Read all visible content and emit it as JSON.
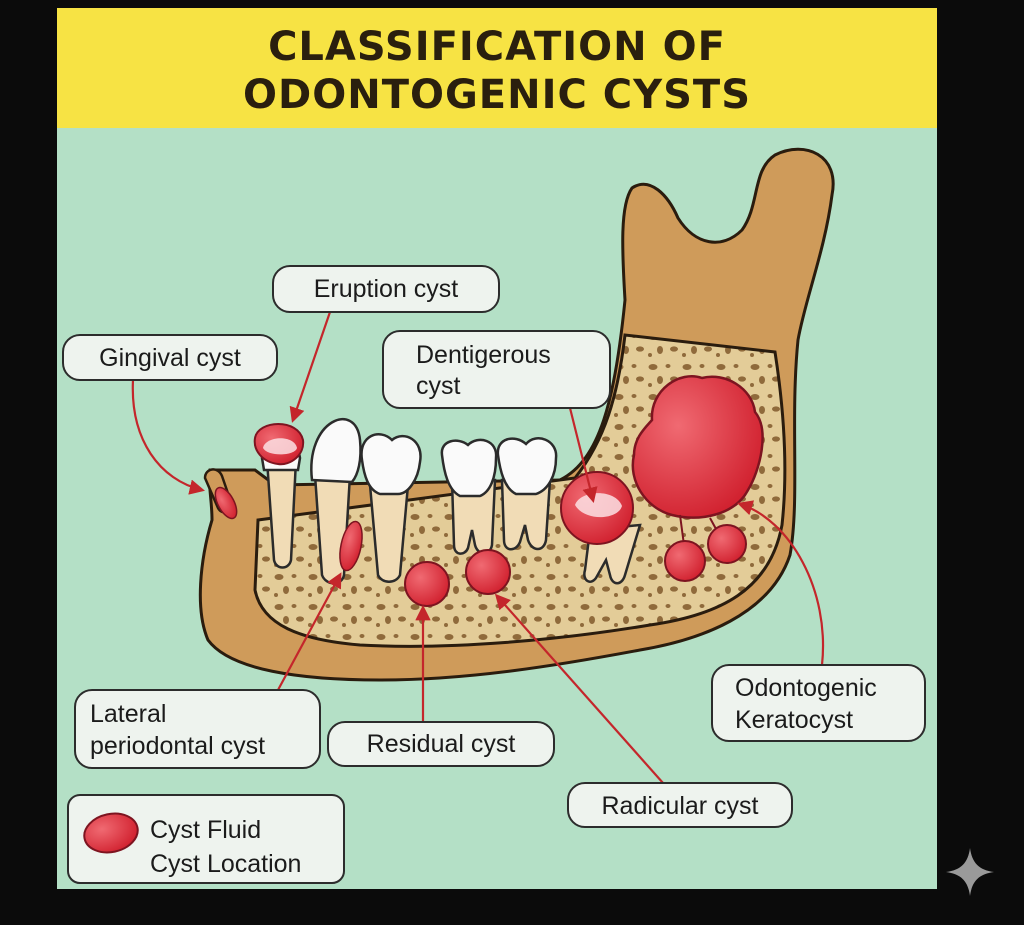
{
  "title": {
    "line1": "CLASSIFICATION OF",
    "line2": "ODONTOGENIC CYSTS"
  },
  "labels": {
    "eruption": "Eruption cyst",
    "gingival": "Gingival cyst",
    "dentigerous_1": "Dentigerous",
    "dentigerous_2": "cyst",
    "lateral_1": "Lateral",
    "lateral_2": "periodontal cyst",
    "residual": "Residual cyst",
    "okc_1": "Odontogenic",
    "okc_2": "Keratocyst",
    "radicular": "Radicular cyst"
  },
  "legend": {
    "line1": "Cyst Fluid",
    "line2": "Cyst Location"
  },
  "colors": {
    "title_band": "#f7e344",
    "background": "#b4e0c6",
    "bone": "#cf9b5a",
    "cancellous": "#e3cc98",
    "cyst": "#e23a45",
    "arrow": "#c4262b"
  },
  "icons": {
    "watermark": "sparkle-icon"
  }
}
